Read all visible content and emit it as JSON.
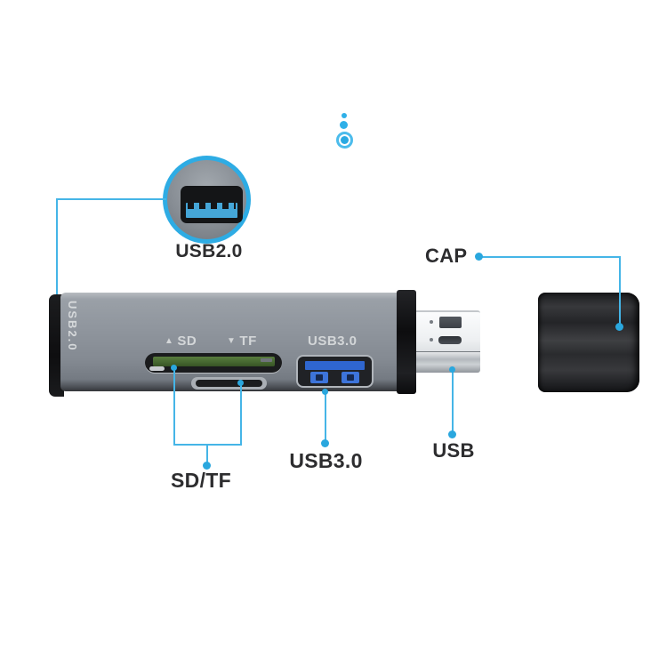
{
  "labels": {
    "usb2_callout": "USB2.0",
    "cap": "CAP",
    "sd_tf": "SD/TF",
    "usb3": "USB3.0",
    "usb": "USB"
  },
  "device_markings": {
    "side_usb2": "USB2.0",
    "sd_triangle": "▲",
    "sd": "SD",
    "tf_triangle": "▼",
    "tf": "TF",
    "usb3": "USB3.0"
  },
  "colors": {
    "callout_line": "#45b5e7",
    "callout_dot": "#2aa7de",
    "deco_blue": "#2fb0e8",
    "body_gray": "#8f959d",
    "usb3_port_blue": "#2f66cf",
    "sd_card_green": "#466831",
    "label_text": "#2d2d2f"
  }
}
